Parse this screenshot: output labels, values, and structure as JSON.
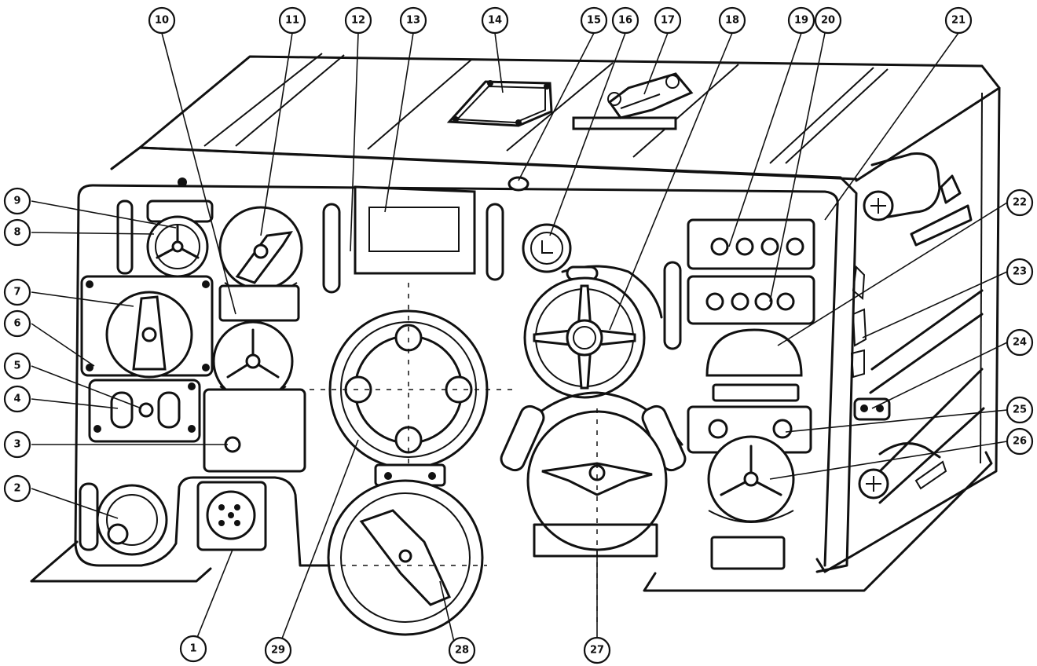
{
  "figure": {
    "callouts": [
      {
        "id": "1",
        "label": "1"
      },
      {
        "id": "2",
        "label": "2"
      },
      {
        "id": "3",
        "label": "3"
      },
      {
        "id": "4",
        "label": "4"
      },
      {
        "id": "5",
        "label": "5"
      },
      {
        "id": "6",
        "label": "6"
      },
      {
        "id": "7",
        "label": "7"
      },
      {
        "id": "8",
        "label": "8"
      },
      {
        "id": "9",
        "label": "9"
      },
      {
        "id": "10",
        "label": "10"
      },
      {
        "id": "11",
        "label": "11"
      },
      {
        "id": "12",
        "label": "12"
      },
      {
        "id": "13",
        "label": "13"
      },
      {
        "id": "14",
        "label": "14"
      },
      {
        "id": "15",
        "label": "15"
      },
      {
        "id": "16",
        "label": "16"
      },
      {
        "id": "17",
        "label": "17"
      },
      {
        "id": "18",
        "label": "18"
      },
      {
        "id": "19",
        "label": "19"
      },
      {
        "id": "20",
        "label": "20"
      },
      {
        "id": "21",
        "label": "21"
      },
      {
        "id": "22",
        "label": "22"
      },
      {
        "id": "23",
        "label": "23"
      },
      {
        "id": "24",
        "label": "24"
      },
      {
        "id": "25",
        "label": "25"
      },
      {
        "id": "26",
        "label": "26"
      },
      {
        "id": "27",
        "label": "27"
      },
      {
        "id": "28",
        "label": "28"
      },
      {
        "id": "29",
        "label": "29"
      }
    ]
  }
}
